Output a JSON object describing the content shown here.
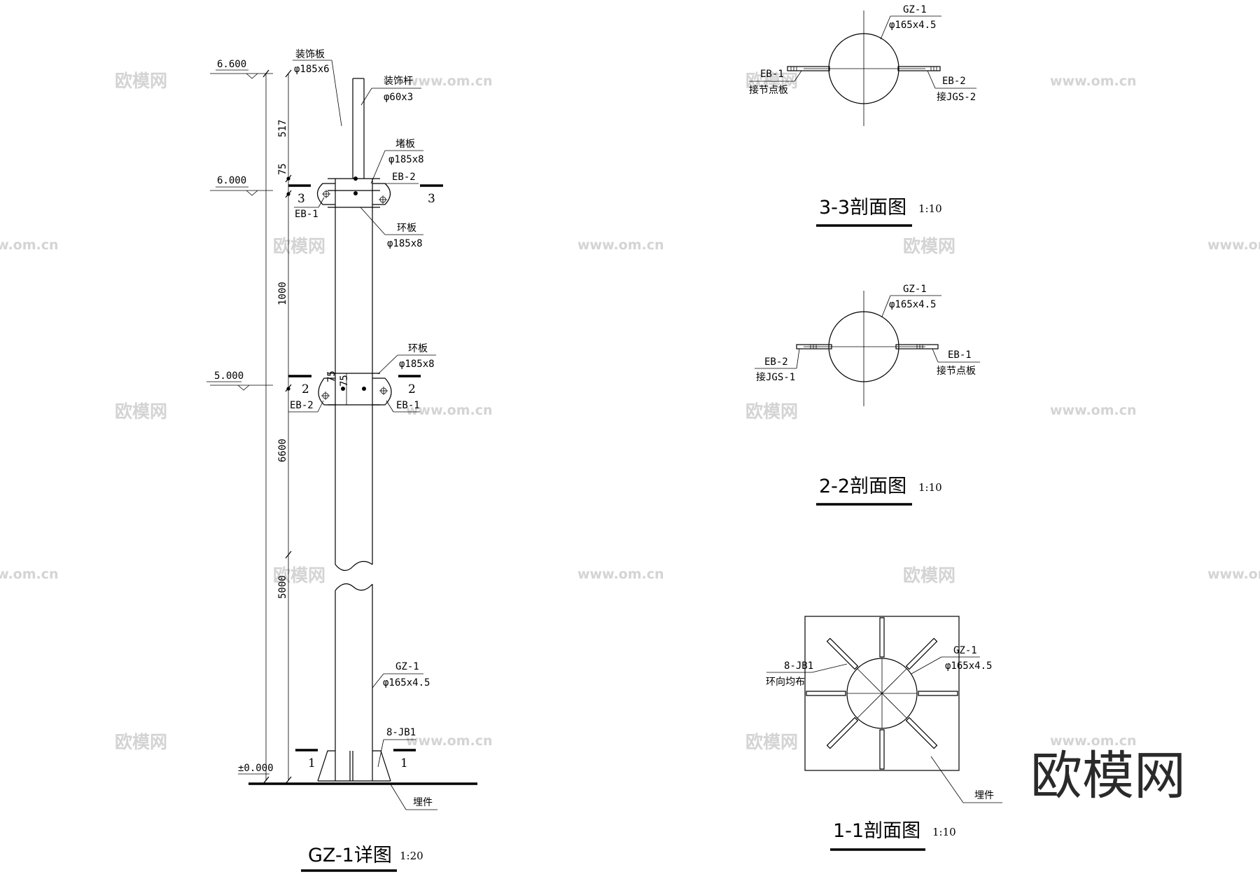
{
  "watermark": {
    "brand": "欧模网",
    "url": "www.om.cn"
  },
  "logo": "欧模网",
  "elevation": {
    "title": "GZ-1详图",
    "scale": "1:20",
    "levels": {
      "top": "6.600",
      "mid": "6.000",
      "lower": "5.000",
      "ground": "±0.000"
    },
    "dims": {
      "d517": "517",
      "d75a": "75",
      "d1000": "1000",
      "d75b": "75",
      "d75c": "75",
      "d5000": "5000",
      "d6600": "6600"
    },
    "labels": {
      "deco_plate": "装饰板",
      "deco_plate_spec": "φ185x6",
      "deco_rod": "装饰杆",
      "deco_rod_spec": "φ60x3",
      "cap_plate": "堵板",
      "cap_plate_spec": "φ185x8",
      "eb2_top": "EB-2",
      "eb1_top": "EB-1",
      "ring_top": "环板",
      "ring_top_spec": "φ185x8",
      "ring_mid": "环板",
      "ring_mid_spec": "φ185x8",
      "eb2_mid": "EB-2",
      "eb1_mid": "EB-1",
      "column": "GZ-1",
      "column_spec": "φ165x4.5",
      "jb": "8-JB1",
      "embed": "埋件"
    },
    "section_marks": {
      "s3": "3",
      "s2": "2",
      "s1": "1"
    }
  },
  "sec33": {
    "title": "3-3剖面图",
    "scale": "1:10",
    "gz": "GZ-1",
    "gz_spec": "φ165x4.5",
    "left": "EB-1",
    "left_note": "接节点板",
    "right": "EB-2",
    "right_note": "接JGS-2"
  },
  "sec22": {
    "title": "2-2剖面图",
    "scale": "1:10",
    "gz": "GZ-1",
    "gz_spec": "φ165x4.5",
    "left": "EB-2",
    "left_note": "接JGS-1",
    "right": "EB-1",
    "right_note": "接节点板"
  },
  "sec11": {
    "title": "1-1剖面图",
    "scale": "1:10",
    "jb": "8-JB1",
    "jb_note": "环向均布",
    "gz": "GZ-1",
    "gz_spec": "φ165x4.5",
    "embed": "埋件"
  }
}
